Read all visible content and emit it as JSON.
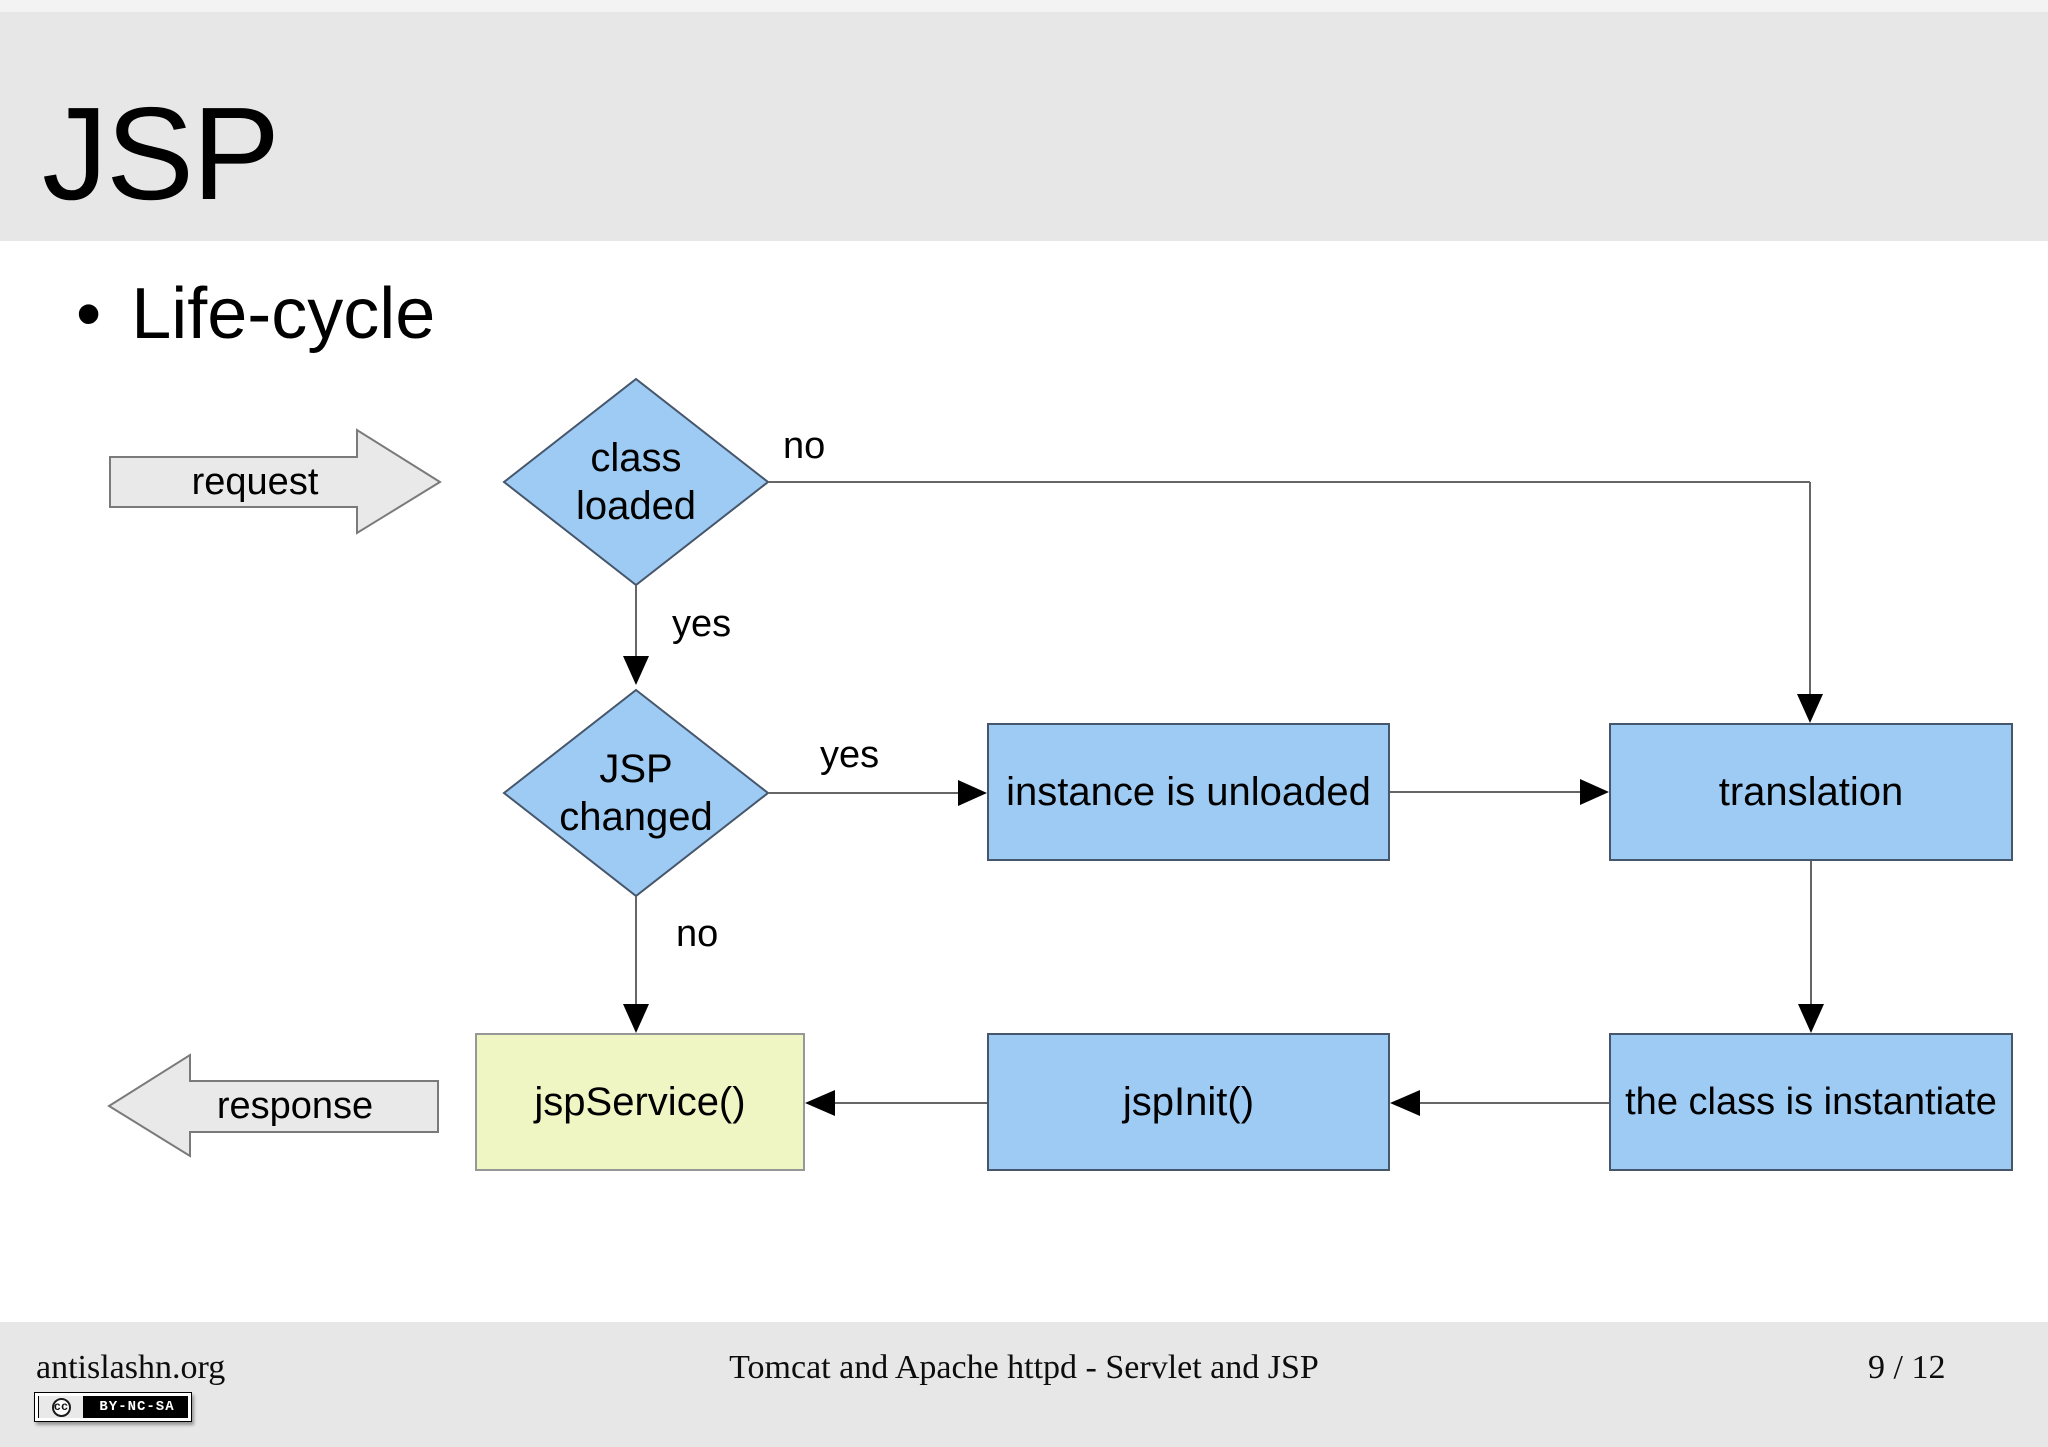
{
  "slide": {
    "title": "JSP",
    "bullet_text": "Life-cycle"
  },
  "diagram": {
    "request_arrow": "request",
    "response_arrow": "response",
    "decision_class_loaded": "class\nloaded",
    "decision_jsp_changed": "JSP\nchanged",
    "box_instance": "instance is unloaded",
    "box_translation": "translation",
    "box_jspservice": "jspService()",
    "box_jspinit": "jspInit()",
    "box_instantiate": "the class is instantiate",
    "label_no_top": "no",
    "label_yes_top": "yes",
    "label_yes_mid": "yes",
    "label_no_bottom": "no"
  },
  "footer": {
    "site": "antislashn.org",
    "center_title": "Tomcat and Apache httpd - Servlet and JSP",
    "page_number": "9 / 12",
    "license_logo": "cc",
    "license_badge": "BY-NC-SA"
  },
  "colors": {
    "node_blue": "#9ecbf3",
    "node_yellow": "#f0f5c4",
    "block_arrow_gray": "#e9e9e9",
    "band_gray": "#e7e7e7"
  }
}
